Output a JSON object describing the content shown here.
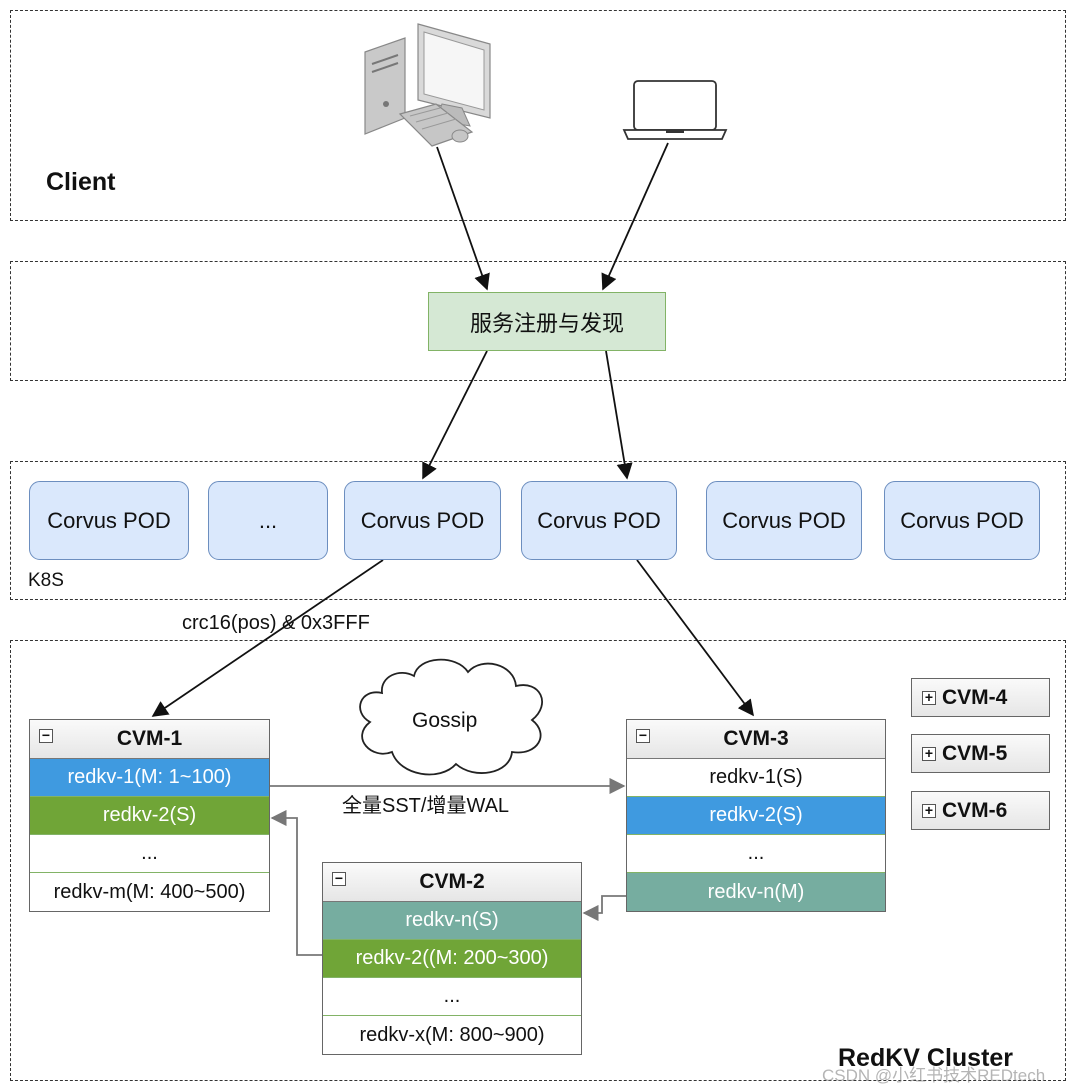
{
  "zones": {
    "client_label": "Client",
    "k8s_label": "K8S",
    "cluster_label": "RedKV Cluster"
  },
  "registry": {
    "label": "服务注册与发现"
  },
  "pods": [
    "Corvus POD",
    "...",
    "Corvus POD",
    "Corvus POD",
    "Corvus POD",
    "Corvus POD"
  ],
  "edge_labels": {
    "hash": "crc16(pos) & 0x3FFF",
    "replication": "全量SST/增量WAL"
  },
  "gossip": "Gossip",
  "cvm1": {
    "title": "CVM-1",
    "rows": [
      "redkv-1(M: 1~100)",
      "redkv-2(S)",
      "...",
      "redkv-m(M: 400~500)"
    ]
  },
  "cvm2": {
    "title": "CVM-2",
    "rows": [
      "redkv-n(S)",
      "redkv-2((M: 200~300)",
      "...",
      "redkv-x(M: 800~900)"
    ]
  },
  "cvm3": {
    "title": "CVM-3",
    "rows": [
      "redkv-1(S)",
      "redkv-2(S)",
      "...",
      "redkv-n(M)"
    ]
  },
  "collapsed": [
    "CVM-4",
    "CVM-5",
    "CVM-6"
  ],
  "watermark": "CSDN @小红书技术REDtech",
  "icons": {
    "expanded": "minus-square-icon",
    "collapsed": "plus-square-icon"
  },
  "colors": {
    "pod_fill": "#dae8fc",
    "pod_border": "#6c8ebf",
    "registry_fill": "#d5e8d4",
    "registry_border": "#82b366",
    "master_blue": "#3f9ae0",
    "slave_green": "#70a537",
    "teal": "#76ada0"
  }
}
